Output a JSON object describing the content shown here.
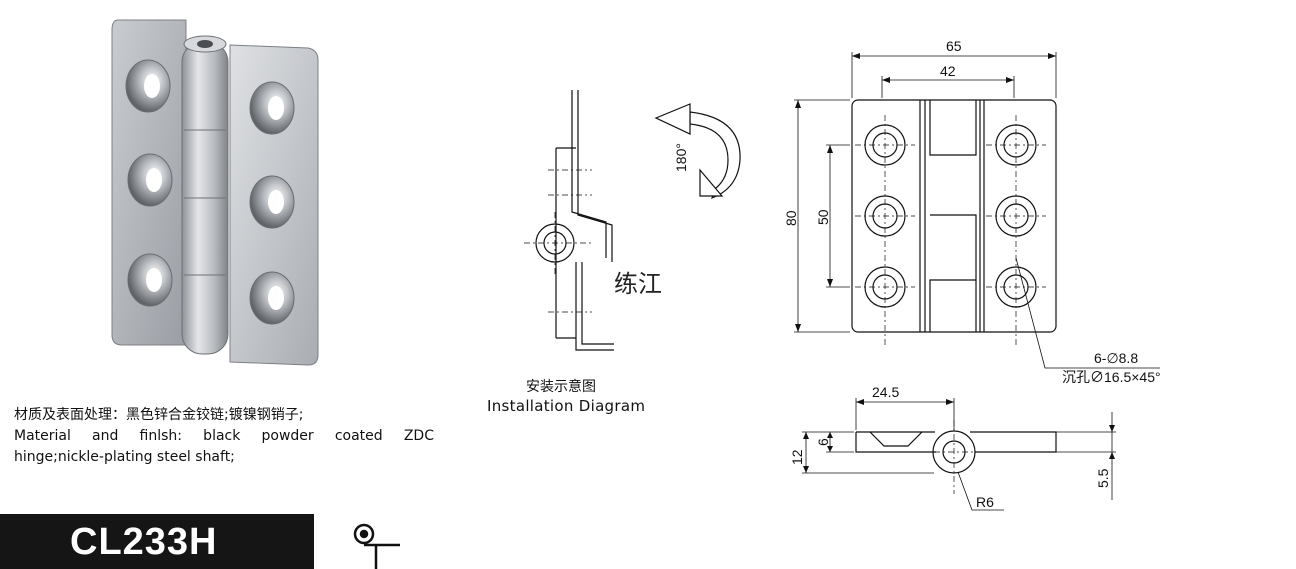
{
  "product": {
    "model": "CL233H",
    "material_cn": "材质及表面处理：黑色锌合金铰链;镀镍钢销子;",
    "material_en_line1": "Material and finlsh: black powder coated ZDC",
    "material_en_line2": "hinge;nickle-plating steel shaft;"
  },
  "installation": {
    "caption_cn": "安装示意图",
    "caption_en": "Installation Diagram",
    "rotation_label": "180°",
    "watermark": "练江"
  },
  "dimensions": {
    "width_total": "65",
    "hole_spacing_h": "42",
    "height_total": "80",
    "hole_spacing_v": "50",
    "holes_note_line1": "6-∅8.8",
    "holes_note_line2": "沉孔∅16.5×45°",
    "side_width": "24.5",
    "thickness": "6",
    "total_thickness": "12",
    "pin_offset": "5.5",
    "radius": "R6"
  }
}
